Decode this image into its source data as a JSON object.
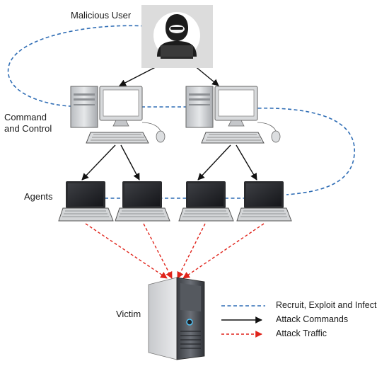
{
  "labels": {
    "attacker": "Malicious User",
    "command_control_line1": "Command",
    "command_control_line2": "and Control",
    "agents": "Agents",
    "victim": "Victim"
  },
  "legend": [
    {
      "label": "Recruit, Exploit and Infect",
      "style": "dashed",
      "color": "#2f6db5"
    },
    {
      "label": "Attack Commands",
      "style": "solid-arrow",
      "color": "#111111"
    },
    {
      "label": "Attack Traffic",
      "style": "dashed-arrow",
      "color": "#e0241b"
    }
  ],
  "colors": {
    "recruit": "#2f6db5",
    "command": "#111111",
    "traffic": "#e0241b"
  },
  "nodes": {
    "attacker": "hacker-icon",
    "controllers": [
      "desktop-computer-icon",
      "desktop-computer-icon"
    ],
    "agents": [
      "laptop-icon",
      "laptop-icon",
      "laptop-icon",
      "laptop-icon"
    ],
    "victim": "server-tower-icon"
  }
}
